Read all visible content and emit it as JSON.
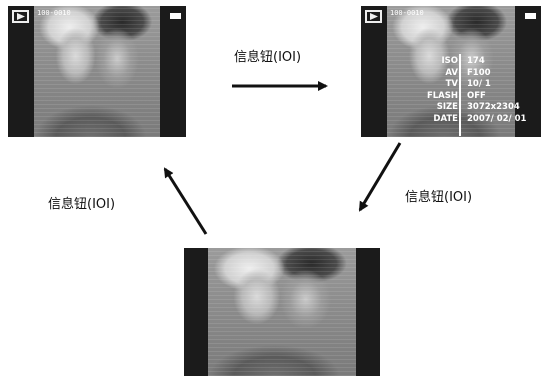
{
  "screens": {
    "top_left": {
      "file_number": "100-0010",
      "view_mode_icon": "play-icon",
      "battery_icon": "battery-icon"
    },
    "top_right": {
      "file_number": "100-0010",
      "info": [
        {
          "label": "ISO",
          "value": "174"
        },
        {
          "label": "AV",
          "value": "F100"
        },
        {
          "label": "TV",
          "value": "10/ 1"
        },
        {
          "label": "FLASH",
          "value": "OFF"
        },
        {
          "label": "SIZE",
          "value": "3072x2304"
        },
        {
          "label": "DATE",
          "value": "2007/ 02/ 01"
        }
      ]
    },
    "bottom": {}
  },
  "captions": {
    "top": "信息钮(IOI)",
    "right": "信息钮(IOI)",
    "left": "信息钮(IOI)"
  },
  "colors": {
    "screen_border": "#1b1b1b",
    "arrow": "#111111"
  }
}
